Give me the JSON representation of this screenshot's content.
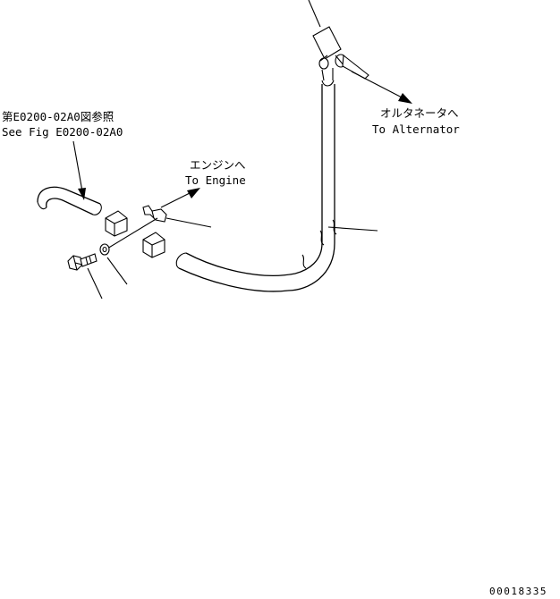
{
  "labels": {
    "ref_fig_jp": "第E0200-02A0図参照",
    "ref_fig_en": "See Fig E0200-02A0",
    "to_engine_jp": "エンジンへ",
    "to_engine_en": "To Engine",
    "to_alternator_jp": "オルタネータへ",
    "to_alternator_en": "To Alternator"
  },
  "drawing_number": "00018335",
  "colors": {
    "line": "#000000",
    "background": "#ffffff"
  }
}
